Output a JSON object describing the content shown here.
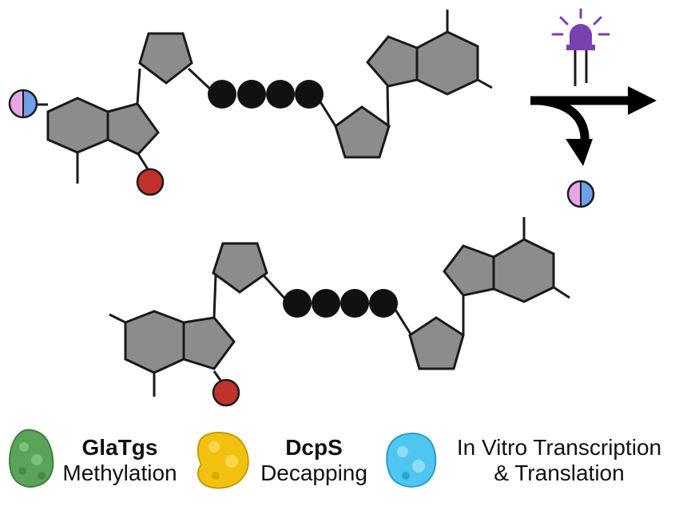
{
  "legend": {
    "items": [
      {
        "title": "GlaTgs",
        "subtitle": "Methylation",
        "color": "#5aa35a"
      },
      {
        "title": "DcpS",
        "subtitle": "Decapping",
        "color": "#f2c10f"
      },
      {
        "title": "",
        "subtitle": "In Vitro Transcription",
        "subtitle2": "& Translation",
        "color": "#4fc6ef"
      }
    ]
  },
  "colors": {
    "ring_fill": "#8c8c8c",
    "ring_stroke": "#1a1a1a",
    "phosphate": "#111111",
    "red_group": "#c0332b",
    "cage_left": "#e6a6e6",
    "cage_right": "#6f9fe8",
    "led": "#7a3fb0",
    "arrow": "#000000"
  },
  "icons": {
    "light": "led-light-icon",
    "reaction_arrow": "branched-arrow-icon",
    "released_group": "photocage-group-icon"
  }
}
